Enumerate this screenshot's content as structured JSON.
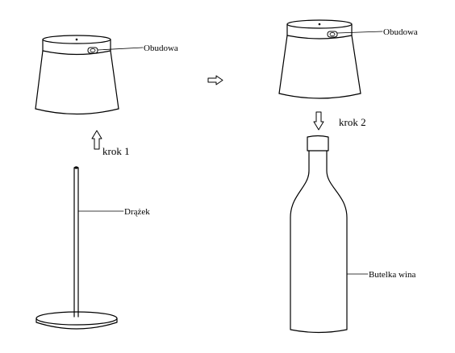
{
  "labels": {
    "housing_left": "Obudowa",
    "rod": "Drążek",
    "housing_right": "Obudowa",
    "bottle": "Butelka wina"
  },
  "steps": {
    "step1": "krok 1",
    "step2": "krok 2"
  },
  "colors": {
    "line": "#000000",
    "background": "#ffffff"
  },
  "icons": {
    "arrow_between": "right-arrow-icon",
    "arrow_step1": "up-arrow-icon",
    "arrow_step2": "down-arrow-icon"
  }
}
